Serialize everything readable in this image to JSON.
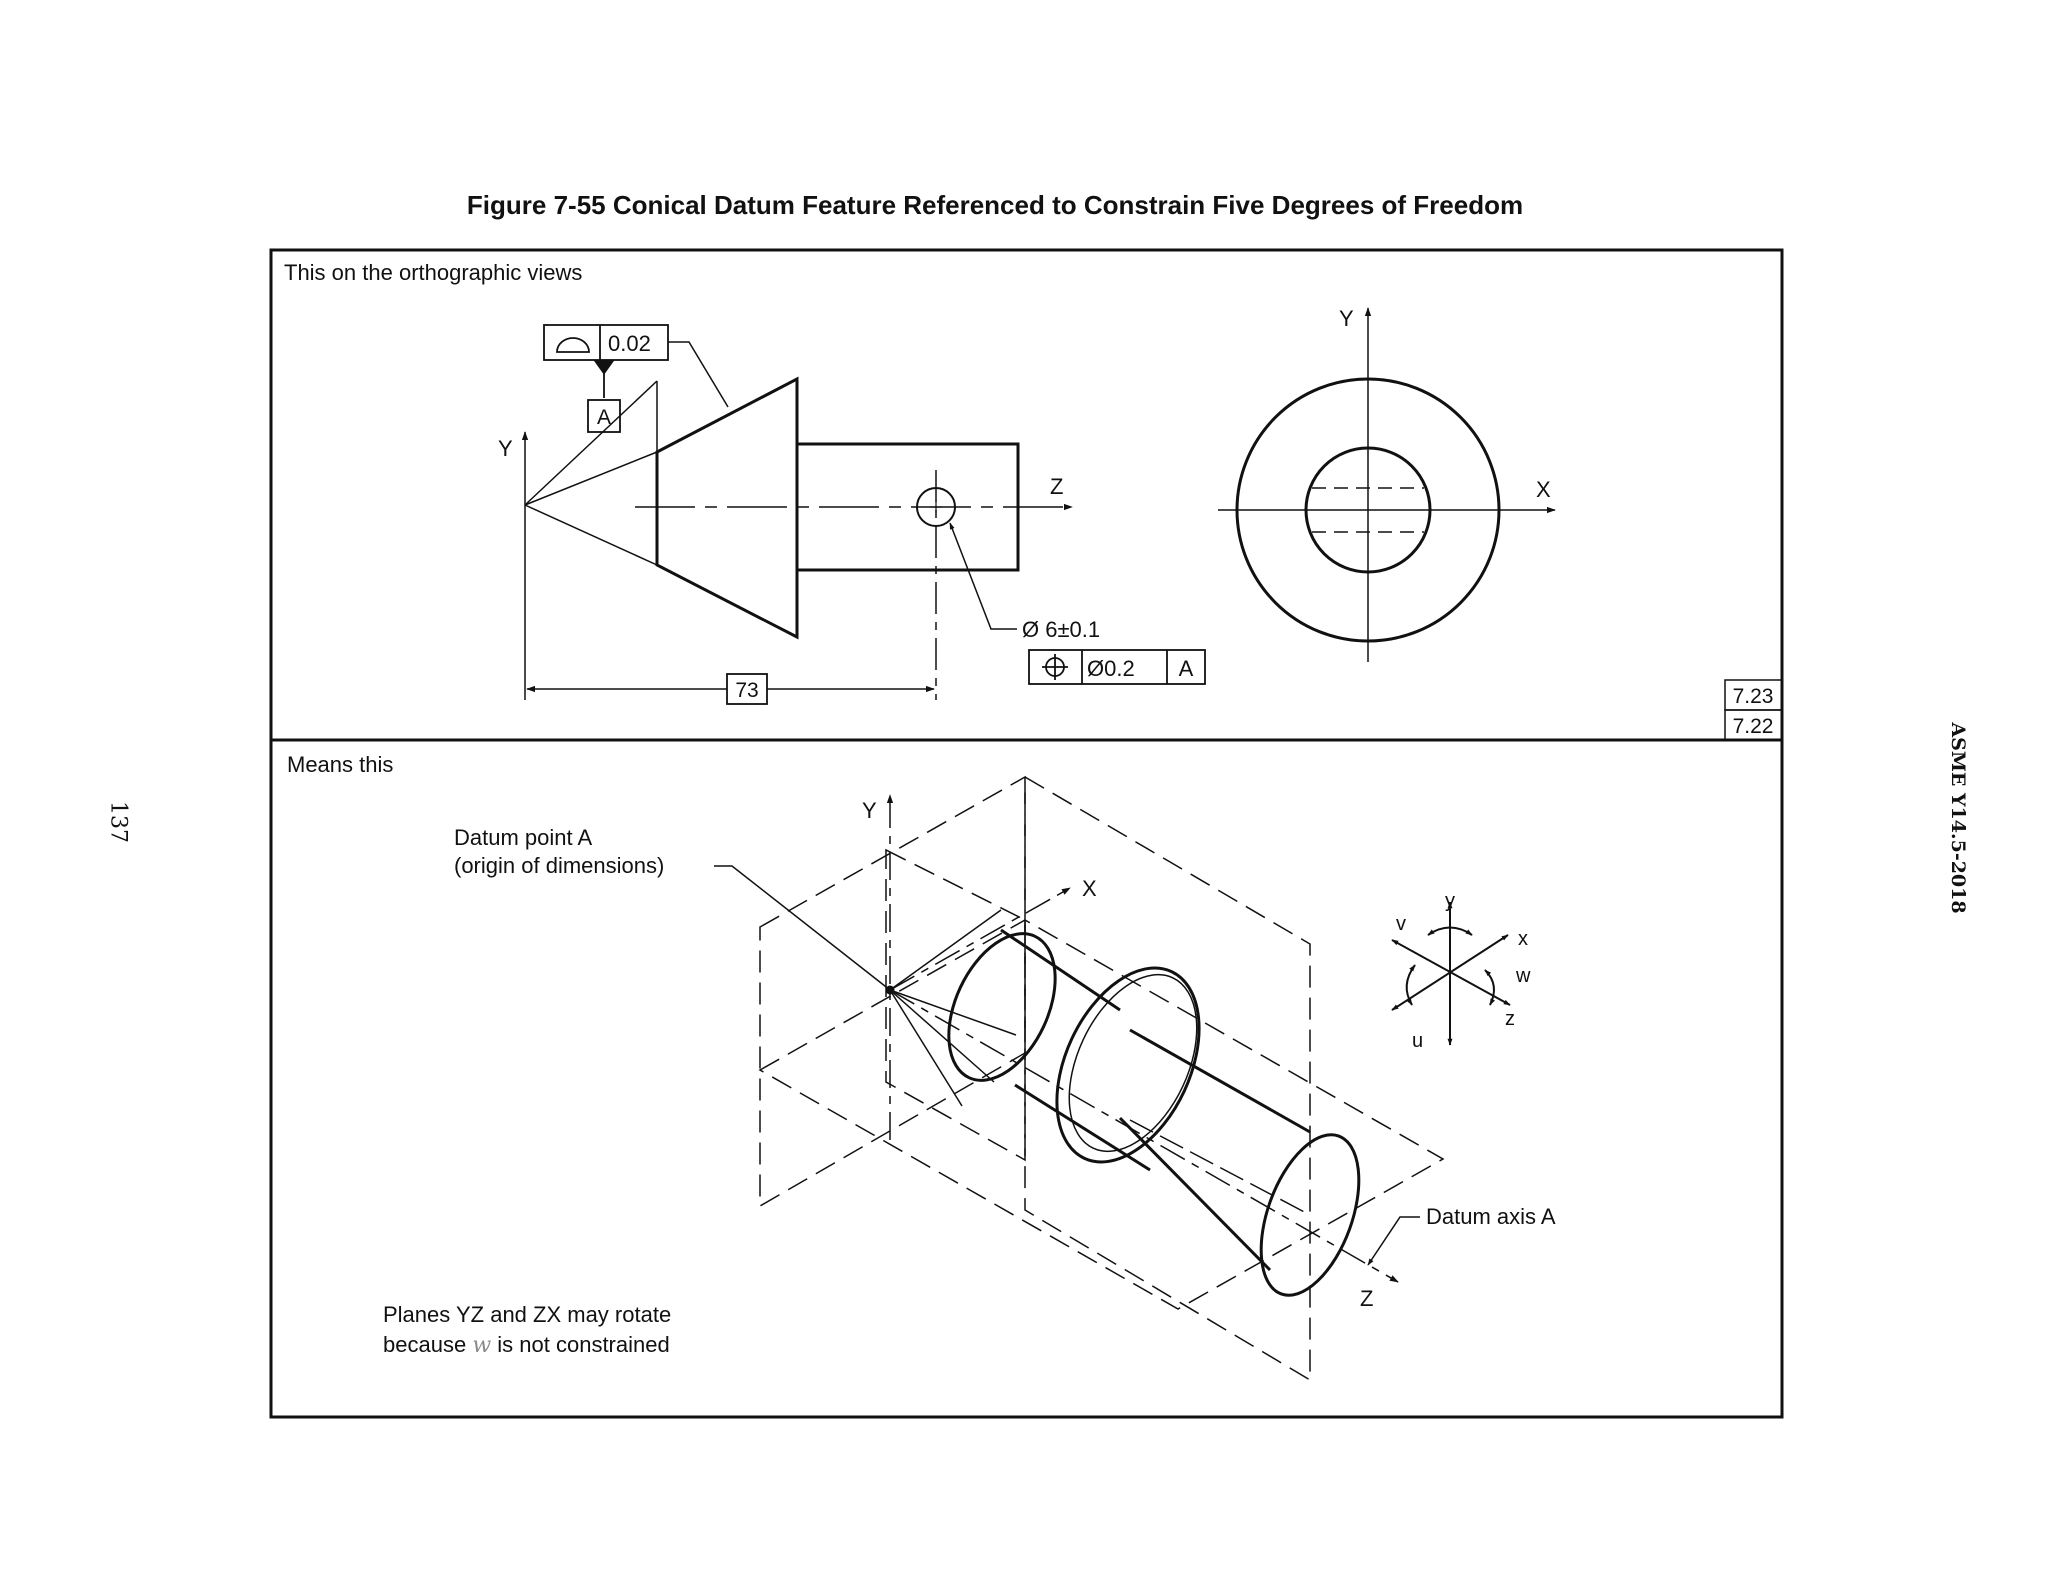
{
  "figure_title": "Figure 7-55 Conical Datum Feature Referenced to Constrain Five Degrees of Freedom",
  "page_number": "137",
  "standard_id": "ASME Y14.5-2018",
  "top_panel": {
    "caption": "This on the orthographic views",
    "profile_fcf": {
      "symbol": "profile-of-surface-icon",
      "tolerance": "0.02"
    },
    "datum_label": "A",
    "axis_labels": {
      "y": "Y",
      "z": "Z"
    },
    "dimension_73": "73",
    "hole_dimension": "Ø 6±0.1",
    "position_fcf": {
      "symbol": "position-icon",
      "tolerance": "Ø0.2",
      "datum": "A"
    },
    "end_view_axes": {
      "y": "Y",
      "x": "X"
    },
    "section_refs": [
      "7.23",
      "7.22"
    ]
  },
  "bottom_panel": {
    "caption": "Means this",
    "datum_point_label_1": "Datum point A",
    "datum_point_label_2": "(origin of dimensions)",
    "axis_labels": {
      "y": "Y",
      "x": "X",
      "z": "Z"
    },
    "datum_axis_label": "Datum axis A",
    "dof_labels": {
      "y": "y",
      "v": "v",
      "x": "x",
      "w": "w",
      "z": "z",
      "u": "u"
    },
    "note_line_1": "Planes YZ and ZX may rotate",
    "note_line_2_prefix": "because",
    "note_line_2_var": "w",
    "note_line_2_suffix": "is not constrained"
  }
}
